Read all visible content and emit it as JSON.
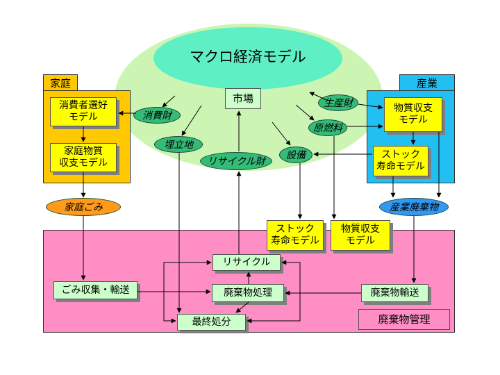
{
  "colors": {
    "outer_ellipse": "#ccf5b3",
    "inner_ellipse": "#5fefc4",
    "household_bg": "#ffc800",
    "industry_bg": "#22bff2",
    "waste_bg": "#ff8ec5",
    "model_box": "#ffff00",
    "process_box": "#ccffcc",
    "goods_ellipse": "#33bb77",
    "household_waste_ellipse": "#ff9a1a",
    "industrial_waste_ellipse": "#3398f0"
  },
  "diagram": {
    "title": "マクロ経済モデル",
    "market": "市場",
    "household": {
      "label": "家庭",
      "consumer_model": "消費者選好\nモデル",
      "material_model": "家庭物質\n収支モデル"
    },
    "industry": {
      "label": "産業",
      "material_model": "物質収支\nモデル",
      "stock_model": "ストック\n寿命モデル"
    },
    "flows": {
      "consumer_goods": "消費財",
      "landfill": "埋立地",
      "recycled_goods": "リサイクル財",
      "equipment": "設備",
      "production_goods": "生産財",
      "raw_fuel": "原燃料",
      "household_waste": "家庭ごみ",
      "industrial_waste": "産業廃棄物"
    },
    "waste_management": {
      "label": "廃棄物管理",
      "stock_model": "ストック\n寿命モデル",
      "material_model": "物質収支\nモデル",
      "recycle": "リサイクル",
      "collection": "ごみ収集・輸送",
      "treatment": "廃棄物処理",
      "final_disposal": "最終処分",
      "transport": "廃棄物輸送"
    }
  }
}
